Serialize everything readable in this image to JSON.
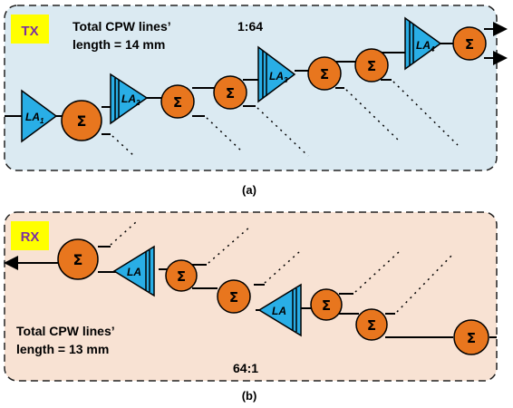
{
  "tx": {
    "badge": "TX",
    "note_line1": "Total CPW lines’",
    "note_line2": "length = 14 mm",
    "ratio": "1:64",
    "amps": [
      {
        "label": "LA",
        "sub": "1"
      },
      {
        "label": "LA",
        "sub": "2"
      },
      {
        "label": "LA",
        "sub": "3"
      },
      {
        "label": "LA",
        "sub": "4"
      }
    ],
    "combiner_symbol": "Σ",
    "caption": "(a)"
  },
  "rx": {
    "badge": "RX",
    "note_line1": "Total CPW lines’",
    "note_line2": "length = 13 mm",
    "ratio": "64:1",
    "amps": [
      {
        "label": "LA",
        "sub": ""
      },
      {
        "label": "LA",
        "sub": ""
      }
    ],
    "combiner_symbol": "Σ",
    "caption": "(b)"
  },
  "colors": {
    "tx_panel": "#dbeaf2",
    "rx_panel": "#f8e2d3",
    "badge": "#ffff00",
    "badge_text": "#7b2fa0",
    "amp": "#29aee6",
    "combiner": "#e8761e"
  }
}
